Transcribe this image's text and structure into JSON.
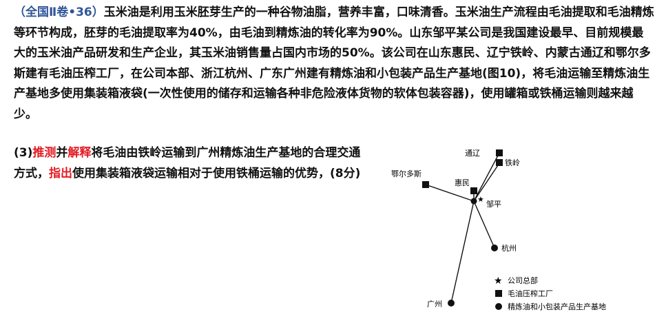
{
  "passage": {
    "source_tag": "（全国Ⅱ卷•36）",
    "body": "玉米油是利用玉米胚芽生产的一种谷物油脂，营养丰富，口味清香。玉米油生产流程由毛油提取和毛油精炼等环节构成，胚芽的毛油提取率为40%，由毛油到精炼油的转化率为90%。山东邹平某公司是我国建设最早、目前规模最大的玉米油产品研发和生产企业，其玉米油销售量占国内市场的50%。该公司在山东惠民、辽宁铁岭、内蒙古通辽和鄂尔多斯建有毛油压榨工厂，在公司本部、浙江杭州、广东广州建有精炼油和小包装产品生产基地(图10)，将毛油运输至精炼油生产基地多使用集装箱液袋(一次性使用的储存和运输各种非危险液体货物的软体包装容器)，使用罐箱或铁桶运输则越来越少。"
  },
  "question": {
    "number": "(3)",
    "verb1": "推测",
    "conj": "并",
    "verb2": "解释",
    "part1": "将毛油由铁岭运输到广州精炼油生产基地的合理交通方式，",
    "verb3": "指出",
    "part2": "使用集装箱液袋运输相对于使用铁桶运输的优势，(8分)"
  },
  "map": {
    "places": {
      "tongliao": "通辽",
      "tieling": "铁岭",
      "ordos": "鄂尔多斯",
      "huimin": "惠民",
      "zouping": "邹平",
      "hangzhou": "杭州",
      "guangzhou": "广州"
    },
    "legend": {
      "star": "公司总部",
      "square": "毛油压榨工厂",
      "circle": "精炼油和小包装产品生产基地"
    }
  }
}
